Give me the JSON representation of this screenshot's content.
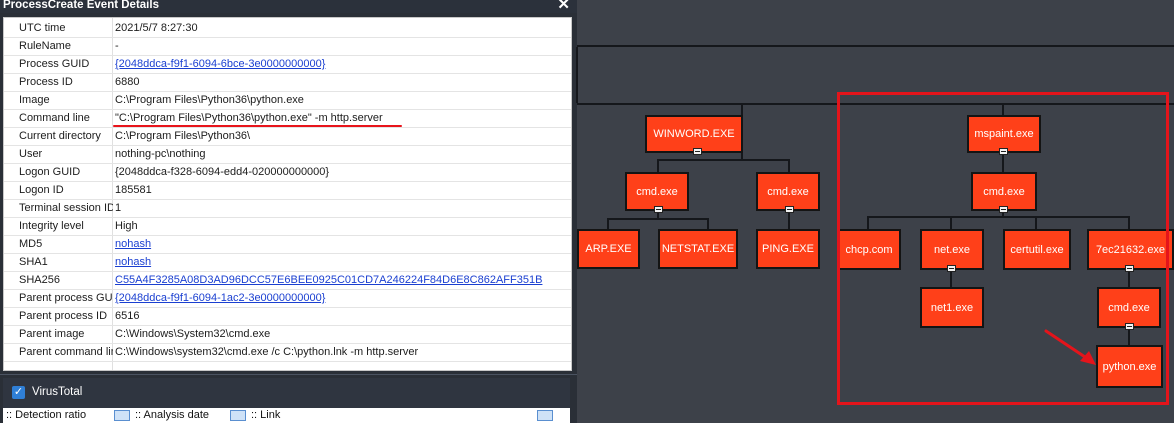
{
  "dialog": {
    "title": "ProcessCreate Event Details",
    "close_glyph": "✕"
  },
  "details": [
    {
      "label": "UTC time",
      "value": "2021/5/7 8:27:30",
      "link": false
    },
    {
      "label": "RuleName",
      "value": "-",
      "link": false
    },
    {
      "label": "Process GUID",
      "value": "{2048ddca-f9f1-6094-6bce-3e0000000000}",
      "link": true
    },
    {
      "label": "Process ID",
      "value": "6880",
      "link": false
    },
    {
      "label": "Image",
      "value": "C:\\Program Files\\Python36\\python.exe",
      "link": false
    },
    {
      "label": "Command line",
      "value": "\"C:\\Program Files\\Python36\\python.exe\" -m http.server",
      "link": false
    },
    {
      "label": "Current directory",
      "value": "C:\\Program Files\\Python36\\",
      "link": false
    },
    {
      "label": "User",
      "value": "nothing-pc\\nothing",
      "link": false
    },
    {
      "label": "Logon GUID",
      "value": "{2048ddca-f328-6094-edd4-020000000000}",
      "link": false
    },
    {
      "label": "Logon ID",
      "value": "185581",
      "link": false
    },
    {
      "label": "Terminal session ID",
      "value": "1",
      "link": false
    },
    {
      "label": "Integrity level",
      "value": "High",
      "link": false
    },
    {
      "label": "MD5",
      "value": "nohash",
      "link": true
    },
    {
      "label": "SHA1",
      "value": "nohash",
      "link": true
    },
    {
      "label": "SHA256",
      "value": "C55A4F3285A08D3AD96DCC57E6BEE0925C01CD7A246224F84D6E8C862AFF351B",
      "link": true
    },
    {
      "label": "Parent process GUID",
      "value": "{2048ddca-f9f1-6094-1ac2-3e0000000000}",
      "link": true
    },
    {
      "label": "Parent process ID",
      "value": "6516",
      "link": false
    },
    {
      "label": "Parent image",
      "value": "C:\\Windows\\System32\\cmd.exe",
      "link": false
    },
    {
      "label": "Parent command line",
      "value": "C:\\Windows\\system32\\cmd.exe /c C:\\python.lnk -m http.server",
      "link": false
    }
  ],
  "virustotal": {
    "label": "VirusTotal",
    "checked": true,
    "columns": [
      ":: Detection ratio",
      ":: Analysis date",
      ":: Link"
    ]
  },
  "tree": {
    "nodes": [
      {
        "id": "winword",
        "label": "WINWORD.EXE"
      },
      {
        "id": "cmd1",
        "label": "cmd.exe"
      },
      {
        "id": "cmd2",
        "label": "cmd.exe"
      },
      {
        "id": "arp",
        "label": "ARP.EXE"
      },
      {
        "id": "netstat",
        "label": "NETSTAT.EXE"
      },
      {
        "id": "ping",
        "label": "PING.EXE"
      },
      {
        "id": "mspaint",
        "label": "mspaint.exe"
      },
      {
        "id": "cmd3",
        "label": "cmd.exe"
      },
      {
        "id": "chcp",
        "label": "chcp.com"
      },
      {
        "id": "net",
        "label": "net.exe"
      },
      {
        "id": "certutil",
        "label": "certutil.exe"
      },
      {
        "id": "hex",
        "label": "7ec21632.exe"
      },
      {
        "id": "net1",
        "label": "net1.exe"
      },
      {
        "id": "cmd4",
        "label": "cmd.exe"
      },
      {
        "id": "python",
        "label": "python.exe"
      }
    ]
  },
  "colors": {
    "node_fill": "#ff4019",
    "highlight_red": "#e4141b",
    "link_blue": "#1a3fd1",
    "graph_bg": "#3d4149"
  }
}
